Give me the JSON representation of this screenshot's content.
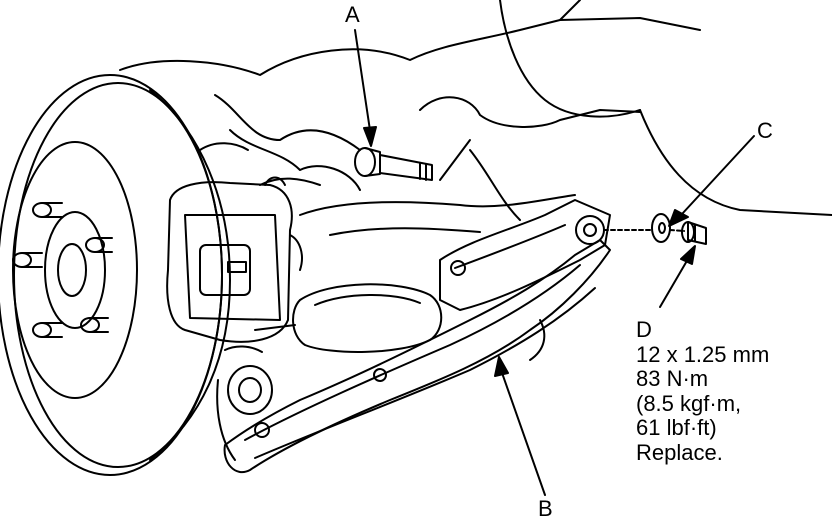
{
  "callouts": {
    "a": "A",
    "b": "B",
    "c": "C",
    "d": "D"
  },
  "spec_d": {
    "size": "12 x 1.25 mm",
    "torque_nm": "83 N·m",
    "torque_kgfm": "(8.5 kgf·m,",
    "torque_lbfft": "61 lbf·ft)",
    "note": "Replace."
  },
  "colors": {
    "line": "#000000",
    "background": "#ffffff"
  }
}
